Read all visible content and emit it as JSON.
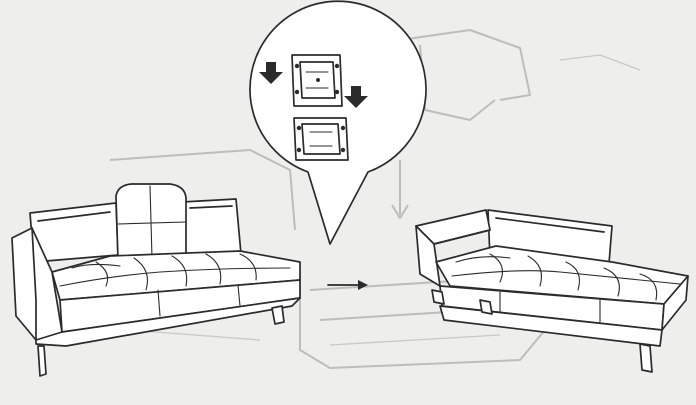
{
  "diagram": {
    "kind": "assembly-instruction",
    "steps": [
      {
        "id": "sofa-before",
        "description_visible": false
      },
      {
        "id": "sofa-after",
        "description_visible": false
      }
    ],
    "callout": {
      "contains": [
        "bracket-top",
        "bracket-bottom"
      ],
      "arrows": [
        "down-arrow",
        "down-arrow"
      ]
    },
    "colors": {
      "line": "#2b2b2b",
      "fill": "#ffffff",
      "ghost": "#bdbdbb",
      "background": "#eeeeec"
    }
  }
}
